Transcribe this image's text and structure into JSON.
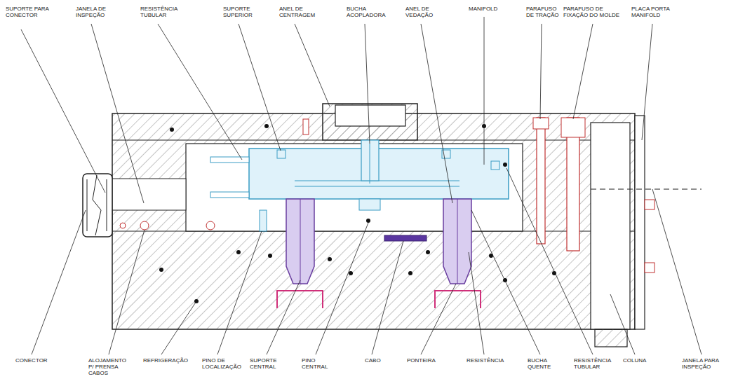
{
  "diagram": {
    "labels": [
      "SUPORTE PARA CONECTOR",
      "JANELA DE INSPEÇÃO",
      "RESISTÊNCIA TUBULAR",
      "SUPORTE SUPERIOR",
      "ANEL DE CENTRAGEM",
      "BUCHA ACOPLADORA",
      "ANEL DE VEDAÇÃO",
      "MANIFOLD",
      "PARAFUSO DE TRAÇÃO",
      "PARAFUSO DE FIXAÇÃO DO MOLDE",
      "PLACA PORTA MANIFOLD",
      "CONECTOR",
      "ALOJAMENTO P/ PRENSA CABOS",
      "REFRIGERAÇÃO",
      "PINO DE LOCALIZAÇÃO",
      "SUPORTE CENTRAL",
      "PINO CENTRAL",
      "CABO",
      "PONTEIRA",
      "RESISTÊNCIA",
      "BUCHA QUENTE",
      "RESISTÊNCIA TUBULAR",
      "COLUNA",
      "JANELA PARA INSPEÇÃO"
    ]
  }
}
